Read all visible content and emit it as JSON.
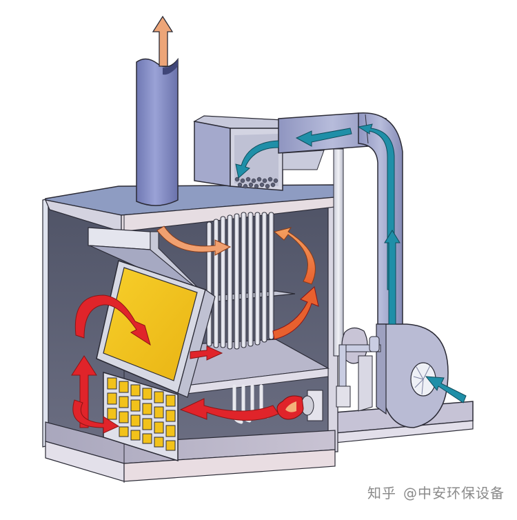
{
  "diagram": {
    "subject": "Thermal oxidizer with heat-exchanger tube bundle, burner and blower",
    "colors": {
      "background": "#ffffff",
      "housing_outer": "#b9bcd6",
      "housing_top": "#9aa6c8",
      "interior_dark": "#5a5f72",
      "interior_mid": "#7c7f95",
      "floor": "#b4b2c6",
      "trim_light": "#e4e2ea",
      "stack": "#7f87c0",
      "duct": "#a9aece",
      "duct_dark": "#7c82ad",
      "tube": "#d9dbe5",
      "ceramic_yellow": "#f5c51e",
      "ceramic_frame": "#cfd2dd",
      "hot_red": "#e0242a",
      "warm_orange": "#f08a4a",
      "exhaust_arrow": "#f0a070",
      "cool_teal": "#1f8fa8",
      "outline": "#2a2a35"
    },
    "components": [
      {
        "id": "exhaust-stack",
        "label": "Exhaust stack"
      },
      {
        "id": "inlet-plenum",
        "label": "Inlet plenum with perforated distributor"
      },
      {
        "id": "supply-duct",
        "label": "Overhead supply duct"
      },
      {
        "id": "tube-bundle",
        "label": "Heat-exchanger tube bundle"
      },
      {
        "id": "ceramic-media",
        "label": "Ceramic heat-storage media"
      },
      {
        "id": "burner",
        "label": "Burner"
      },
      {
        "id": "fuel-train",
        "label": "Fuel piping / valve"
      },
      {
        "id": "blower",
        "label": "Centrifugal blower"
      }
    ],
    "flows": [
      {
        "id": "exhaust-out",
        "type": "exhaust"
      },
      {
        "id": "fresh-air-in",
        "type": "cool"
      },
      {
        "id": "combustion-path",
        "type": "hot"
      },
      {
        "id": "return-path",
        "type": "warm"
      }
    ]
  },
  "watermark": {
    "brand": "知乎",
    "handle": "@中安环保设备"
  }
}
